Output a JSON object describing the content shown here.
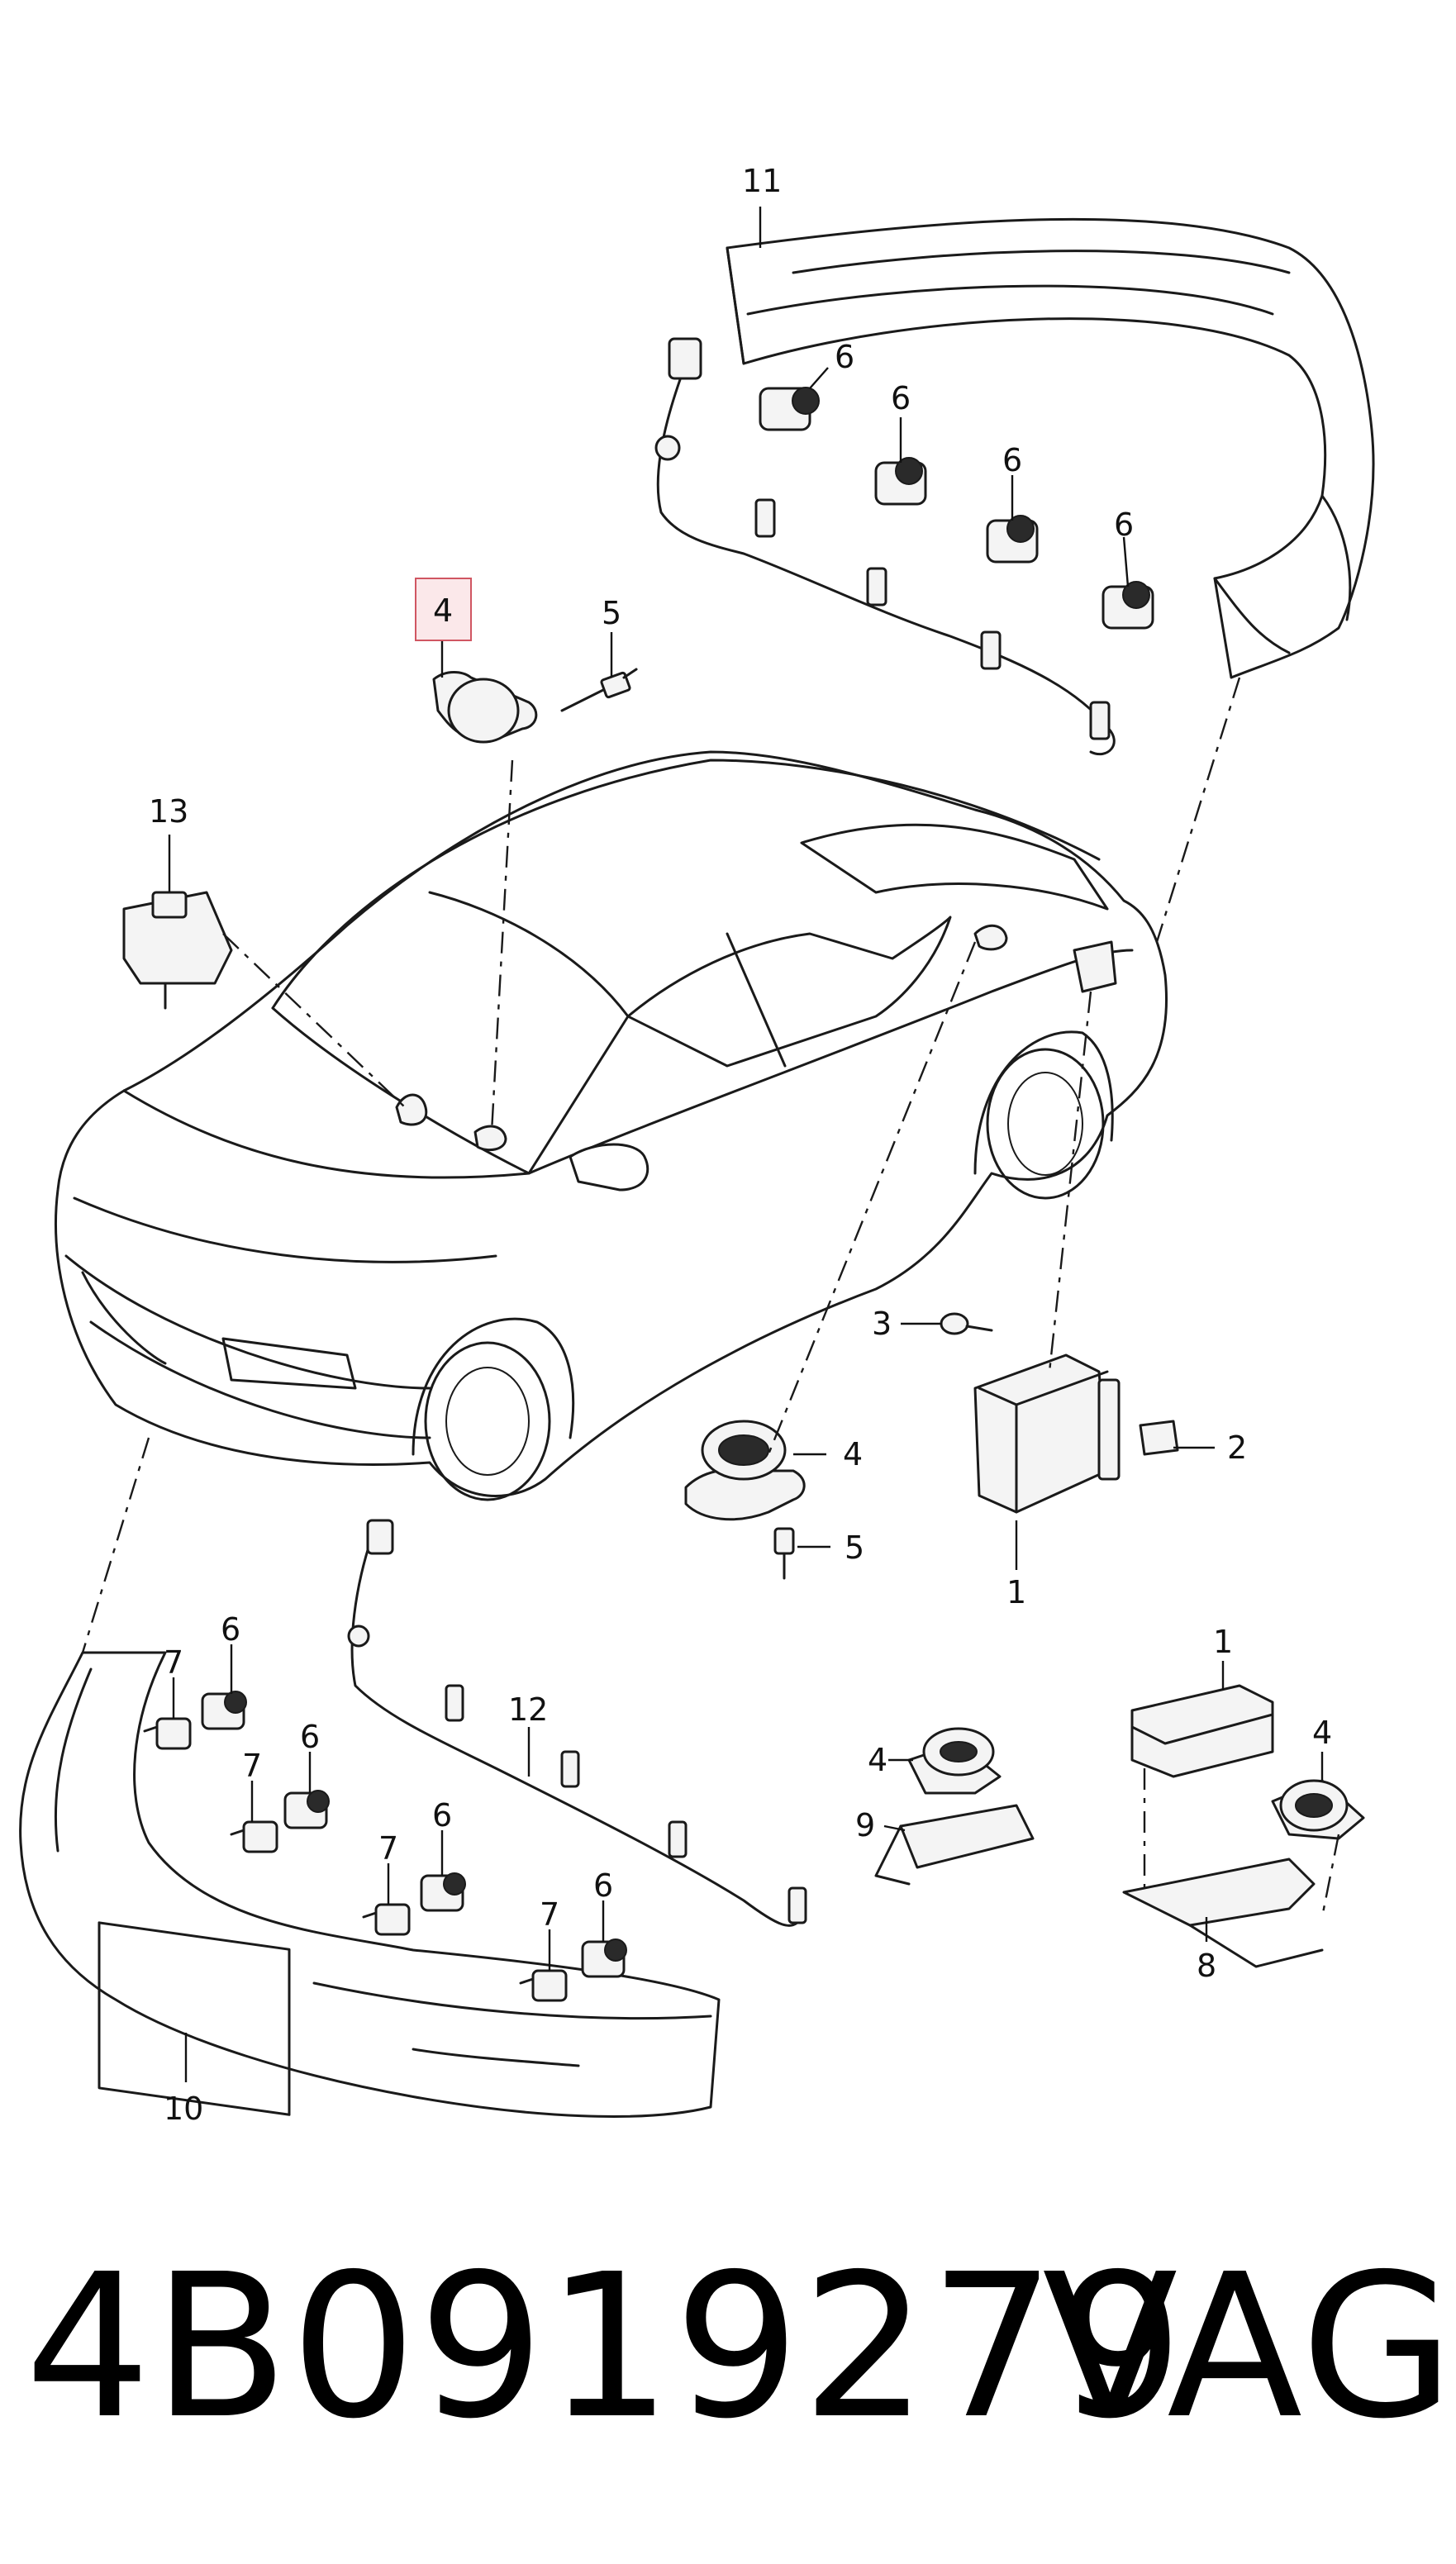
{
  "callouts": [
    {
      "id": "c11",
      "text": "11"
    },
    {
      "id": "c6a",
      "text": "6"
    },
    {
      "id": "c6b",
      "text": "6"
    },
    {
      "id": "c6c",
      "text": "6"
    },
    {
      "id": "c6d",
      "text": "6"
    },
    {
      "id": "c4top",
      "text": "4"
    },
    {
      "id": "c5top",
      "text": "5"
    },
    {
      "id": "c13",
      "text": "13"
    },
    {
      "id": "c3",
      "text": "3"
    },
    {
      "id": "c2",
      "text": "2"
    },
    {
      "id": "c1mid",
      "text": "1"
    },
    {
      "id": "c4mid",
      "text": "4"
    },
    {
      "id": "c5mid",
      "text": "5"
    },
    {
      "id": "c1low",
      "text": "1"
    },
    {
      "id": "c4low",
      "text": "4"
    },
    {
      "id": "c8",
      "text": "8"
    },
    {
      "id": "c4left",
      "text": "4"
    },
    {
      "id": "c9",
      "text": "9"
    },
    {
      "id": "c12",
      "text": "12"
    },
    {
      "id": "c10",
      "text": "10"
    },
    {
      "id": "c6e",
      "text": "6"
    },
    {
      "id": "c7a",
      "text": "7"
    },
    {
      "id": "c6f",
      "text": "6"
    },
    {
      "id": "c7b",
      "text": "7"
    },
    {
      "id": "c6g",
      "text": "6"
    },
    {
      "id": "c7c",
      "text": "7"
    },
    {
      "id": "c6h",
      "text": "6"
    },
    {
      "id": "c7d",
      "text": "7"
    }
  ],
  "highlight": {
    "callout": "4"
  },
  "footer": {
    "part_number": "4B0919279",
    "brand": "VAG"
  },
  "colors": {
    "line": "#1a1a1a",
    "highlight_fill": "#fbe8ea",
    "highlight_border": "#d05662"
  }
}
